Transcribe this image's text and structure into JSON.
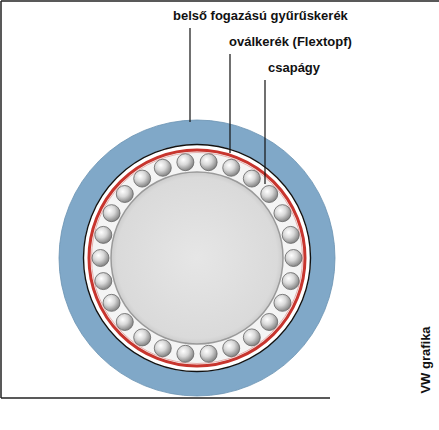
{
  "diagram": {
    "labels": [
      "belső fogazású gyűrűskerék",
      "oválkerék (Flextopf)",
      "csapágy",
      "VW grafika"
    ]
  }
}
